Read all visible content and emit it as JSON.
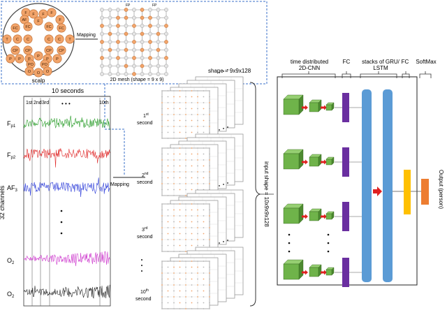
{
  "colors": {
    "electrode_fill": "#f2a46a",
    "electrode_stroke": "#b86a30",
    "cube_front": "#6fb34a",
    "cube_top": "#96cf72",
    "cube_side": "#4d8a30",
    "arrow": "#e02020",
    "fc_bar": "#6a2fa0",
    "gru_bar": "#5b9bd5",
    "fc2_bar": "#ffc000",
    "softmax_bar": "#ed7d31",
    "dash": "#3a6fc9",
    "signal_colors": [
      "#2a9d2a",
      "#e02a2a",
      "#2a3ad8",
      "#cc33cc",
      "#222222"
    ]
  },
  "scalp": {
    "caption": "scalp",
    "electrodes": [
      "F",
      "AF",
      "F",
      "F",
      "F",
      "F",
      "FC",
      "FC",
      "FC",
      "FC",
      "T",
      "C",
      "C",
      "C",
      "C",
      "T",
      "CP",
      "CP",
      "CP",
      "CP",
      "P",
      "P",
      "P",
      "P",
      "P",
      "PO",
      "PO",
      "O",
      "O",
      "O",
      "F",
      "P"
    ]
  },
  "mesh": {
    "mapping_label": "Mapping",
    "caption": "2D mesh (shape = 9 x 9)",
    "top_labels": [
      "FP",
      "FP"
    ]
  },
  "eeg": {
    "title": "10 seconds",
    "ylabel": "32 channels",
    "second_marks": [
      "1st",
      "2nd",
      "3rd",
      "10th"
    ],
    "dots": "•   •   •",
    "channels": [
      {
        "main": "F",
        "sub": "p1"
      },
      {
        "main": "F",
        "sub": "p2"
      },
      {
        "main": "AF",
        "sub": "3"
      },
      {
        "main": "O",
        "sub": "2"
      },
      {
        "main": "O",
        "sub": "2"
      }
    ],
    "mapping_label": "Mapping"
  },
  "stacks": {
    "shape_label": "shape = 9x9x128",
    "seconds": [
      {
        "num": "1",
        "sup": "st",
        "word": "second"
      },
      {
        "num": "2",
        "sup": "nd",
        "word": "second"
      },
      {
        "num": "3",
        "sup": "rd",
        "word": "second"
      },
      {
        "num": "10",
        "sup": "th",
        "word": "second"
      }
    ],
    "input_shape_label": "input shape = 10x9x9x128"
  },
  "network": {
    "cnn_label": [
      "time distributed",
      "2D-CNN"
    ],
    "fc1_label": "FC",
    "gru_label": [
      "stacks of GRU/",
      "LSTM"
    ],
    "fc2_label": "FC",
    "softmax_label": "SoftMax",
    "output_label": "Output (person)"
  }
}
